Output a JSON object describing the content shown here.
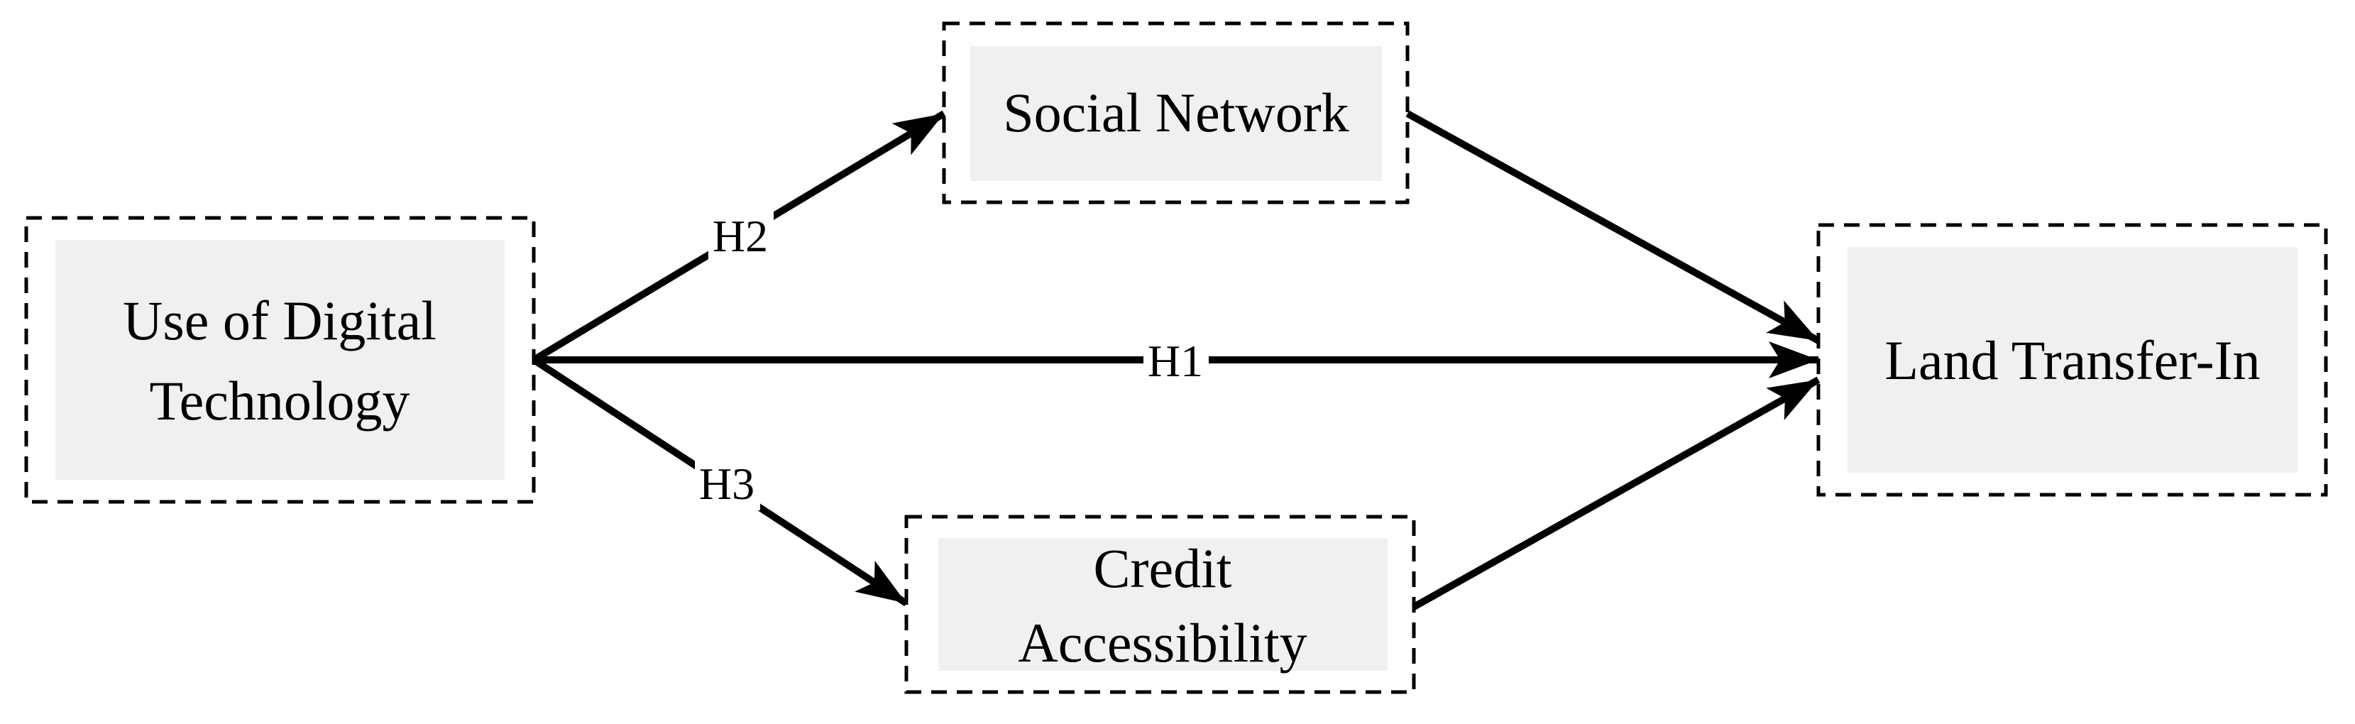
{
  "diagram": {
    "type": "path-model",
    "nodes": [
      {
        "id": "use-of-digital-technology",
        "label": "Use of Digital Technology",
        "lines": [
          "Use of Digital",
          "Technology"
        ],
        "role": "independent-variable"
      },
      {
        "id": "social-network",
        "label": "Social Network",
        "lines": [
          "Social Network"
        ],
        "role": "mediator"
      },
      {
        "id": "credit-accessibility",
        "label": "Credit Accessibility",
        "lines": [
          "Credit",
          "Accessibility"
        ],
        "role": "mediator"
      },
      {
        "id": "land-transfer-in",
        "label": "Land Transfer-In",
        "lines": [
          "Land Transfer-In"
        ],
        "role": "dependent-variable"
      }
    ],
    "edges": [
      {
        "from": "use-of-digital-technology",
        "to": "social-network",
        "label": "H2"
      },
      {
        "from": "use-of-digital-technology",
        "to": "land-transfer-in",
        "label": "H1"
      },
      {
        "from": "use-of-digital-technology",
        "to": "credit-accessibility",
        "label": "H3"
      },
      {
        "from": "social-network",
        "to": "land-transfer-in",
        "label": ""
      },
      {
        "from": "credit-accessibility",
        "to": "land-transfer-in",
        "label": ""
      }
    ],
    "colors": {
      "background": "#ffffff",
      "node_fill": "#f0f0f0",
      "border": "#000000",
      "line": "#000000",
      "text": "#000000"
    }
  }
}
